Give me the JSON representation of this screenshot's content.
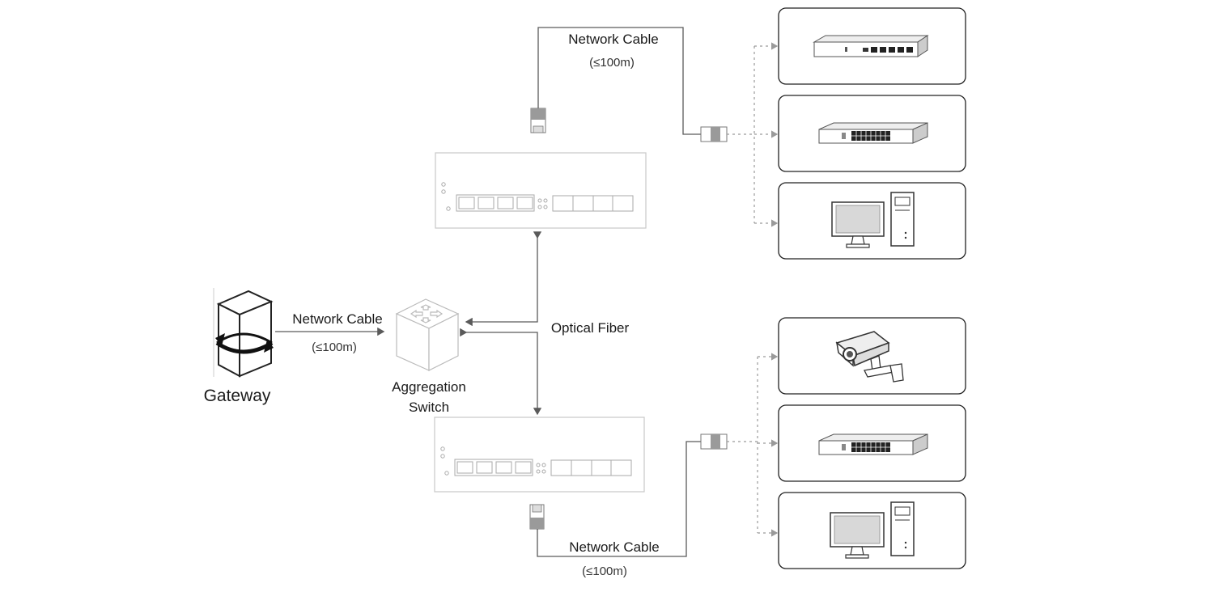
{
  "labels": {
    "network_cable": "Network Cable",
    "distance": "(≤100m)",
    "optical_fiber": "Optical Fiber",
    "gateway": "Gateway",
    "aggregation_line1": "Aggregation",
    "aggregation_line2": "Switch"
  },
  "colors": {
    "line": "#5a5a5a",
    "outline": "#bfbfbf",
    "device_box": "#222222",
    "connector": "#9a9a9a"
  },
  "icons": {
    "gateway": "server-cube-icon",
    "aggregation_switch": "switch-cube-icon",
    "access_switch": "fiber-switch-icon",
    "rj45": "rj45-plug-icon",
    "endpoints": [
      "router-icon",
      "poe-switch-icon",
      "desktop-pc-icon",
      "cctv-camera-icon",
      "poe-switch-icon",
      "desktop-pc-icon"
    ]
  }
}
